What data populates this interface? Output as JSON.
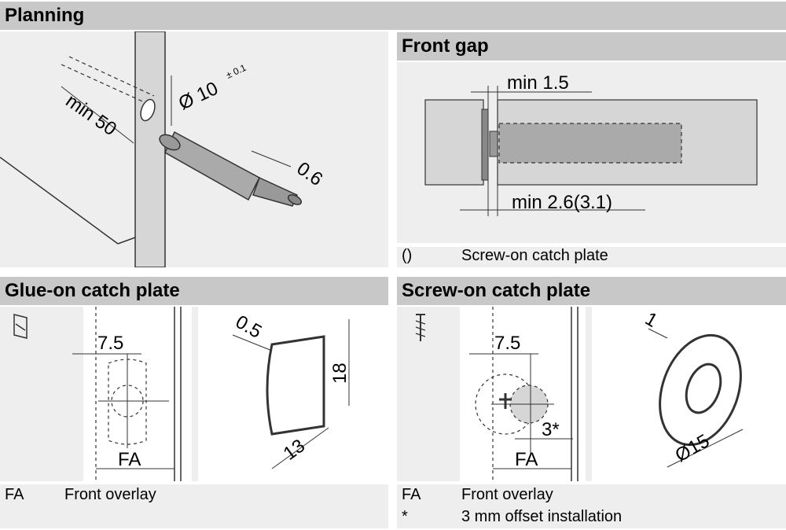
{
  "sections": {
    "planning": {
      "title": "Planning",
      "dim_diameter": "Ø 10",
      "dim_tolerance": "± 0.1",
      "dim_min50": "min 50",
      "dim_06": "0.6"
    },
    "front_gap": {
      "title": "Front gap",
      "dim_min15": "min 1.5",
      "dim_min26": "min 2.6(3.1)",
      "legend": [
        {
          "key": "()",
          "value": "Screw-on catch plate"
        }
      ]
    },
    "glue_on": {
      "title": "Glue-on catch plate",
      "dim_75": "7.5",
      "dim_fa": "FA",
      "dim_05": "0.5",
      "dim_18": "18",
      "dim_13": "13",
      "legend": [
        {
          "key": "FA",
          "value": "Front overlay"
        }
      ]
    },
    "screw_on": {
      "title": "Screw-on catch plate",
      "dim_75": "7.5",
      "dim_3star": "3*",
      "dim_fa": "FA",
      "dim_1": "1",
      "dim_d15": "Ø15",
      "legend": [
        {
          "key": "FA",
          "value": "Front overlay"
        },
        {
          "key": "*",
          "value": "3 mm offset installation"
        }
      ]
    }
  },
  "colors": {
    "header_bg": "#c8c8c8",
    "panel_bg": "#eeeeee",
    "part_gray": "#aaaaaa"
  }
}
